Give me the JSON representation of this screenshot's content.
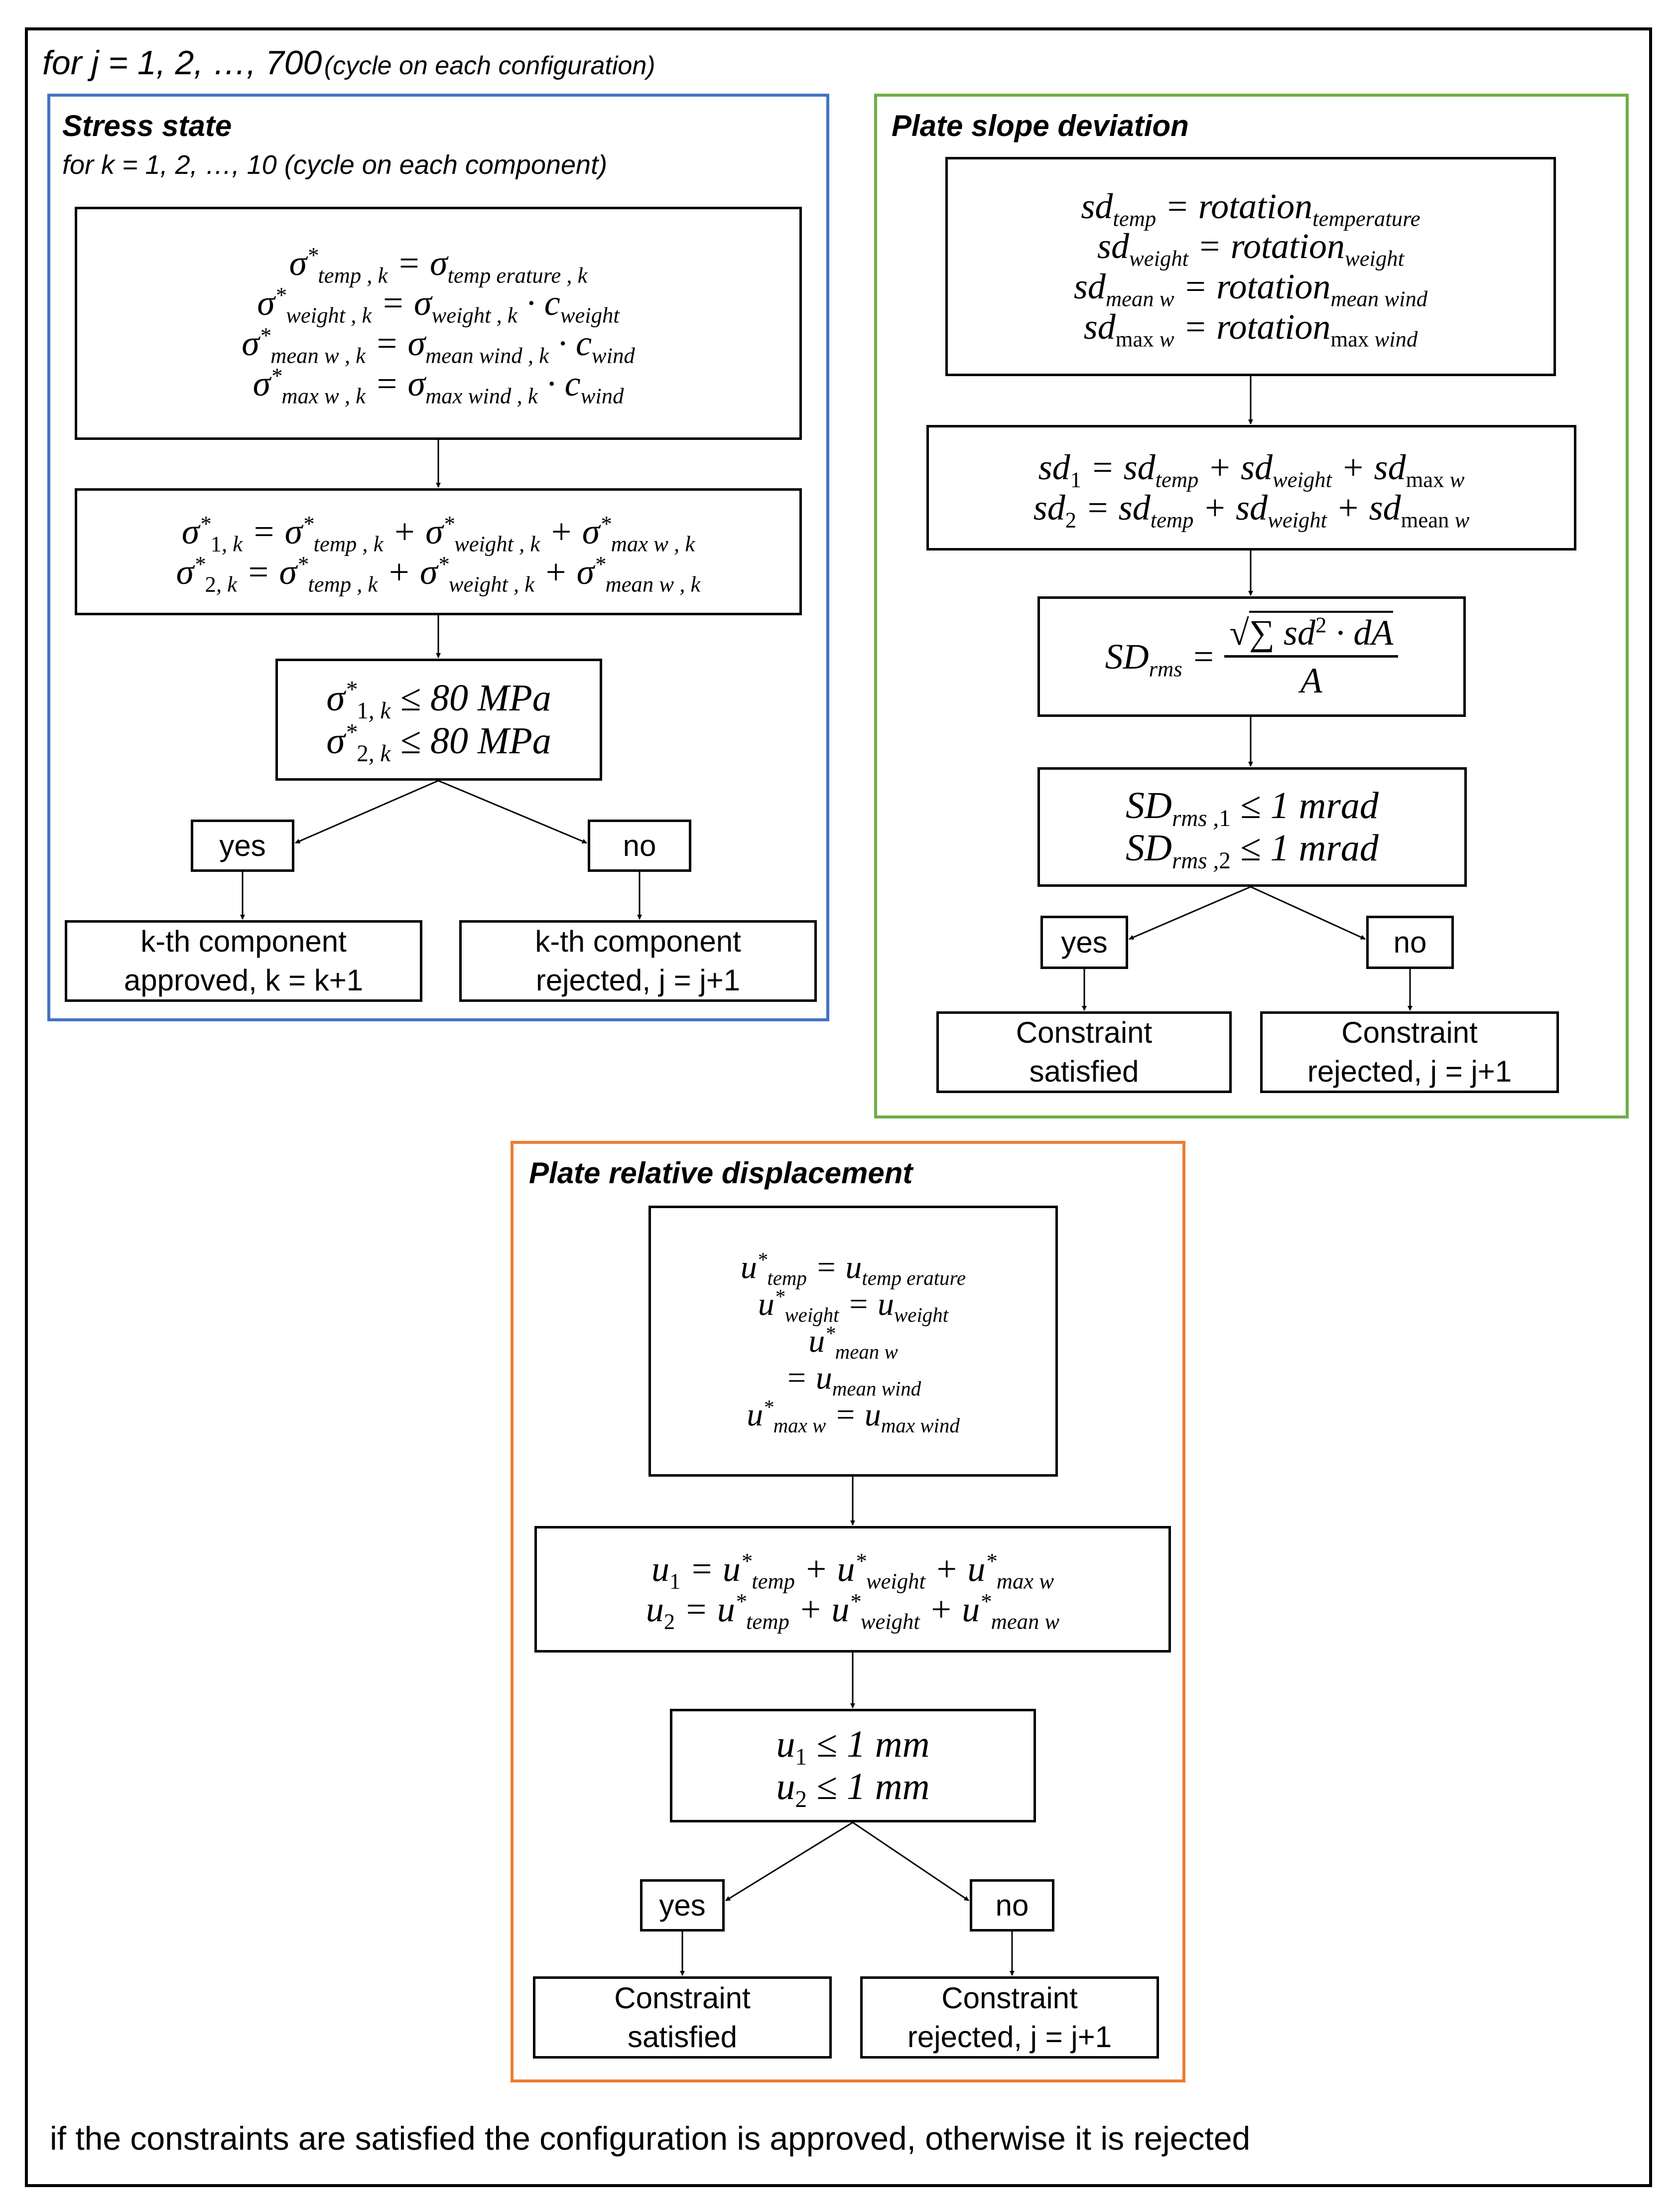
{
  "outer": {
    "loop_main": "for j = 1, 2, …, 700",
    "loop_note": "(cycle on each configuration)",
    "footer": "if the constraints are satisfied the configuration is approved, otherwise it is rejected"
  },
  "stress": {
    "title": "Stress state",
    "subtitle": "for k = 1, 2, …, 10 (cycle on each component)",
    "threshold": "80 MPa",
    "decision_yes": "yes",
    "decision_no": "no",
    "approved": [
      "k-th component",
      "approved, k = k+1"
    ],
    "rejected": [
      "k-th component",
      "rejected, j = j+1"
    ],
    "color": "#4472c4"
  },
  "slope": {
    "title": "Plate slope deviation",
    "threshold": "1 mrad",
    "decision_yes": "yes",
    "decision_no": "no",
    "satisfied": [
      "Constraint",
      "satisfied"
    ],
    "rejected": [
      "Constraint",
      "rejected, j = j+1"
    ],
    "color": "#70ad47"
  },
  "displacement": {
    "title": "Plate relative displacement",
    "threshold": "1 mm",
    "decision_yes": "yes",
    "decision_no": "no",
    "satisfied": [
      "Constraint",
      "satisfied"
    ],
    "rejected": [
      "Constraint",
      "rejected, j = j+1"
    ],
    "color": "#ed7d31"
  }
}
